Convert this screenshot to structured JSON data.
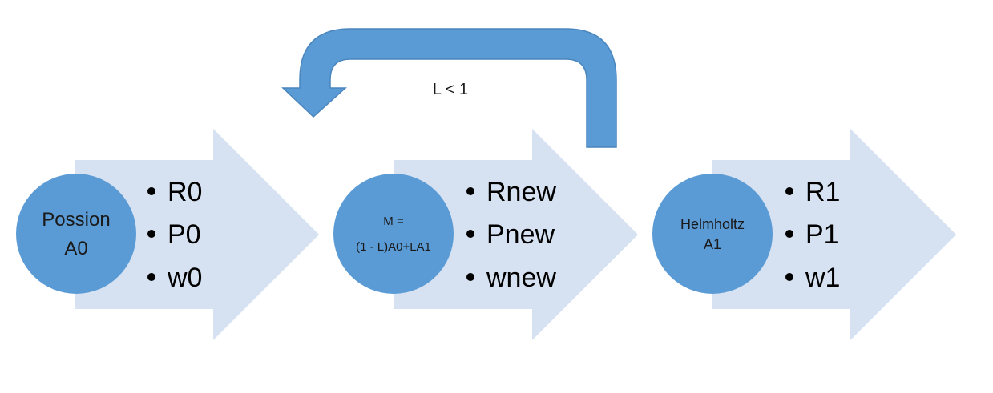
{
  "colors": {
    "arrow_fill": "#d6e1f1",
    "circle_fill": "#5b9bd5",
    "loop_arrow_fill": "#5b9bd5",
    "loop_arrow_stroke": "#4a86bd",
    "text": "#000000"
  },
  "loop": {
    "label": "L < 1"
  },
  "stages": [
    {
      "circle_lines": [
        "Possion",
        "A0"
      ],
      "bullets": [
        "R0",
        "P0",
        "w0"
      ]
    },
    {
      "circle_lines": [
        "M =",
        "(1 - L)A0+LA1"
      ],
      "bullets": [
        "Rnew",
        "Pnew",
        "wnew"
      ]
    },
    {
      "circle_lines": [
        "Helmholtz",
        "A1"
      ],
      "bullets": [
        "R1",
        "P1",
        "w1"
      ]
    }
  ]
}
